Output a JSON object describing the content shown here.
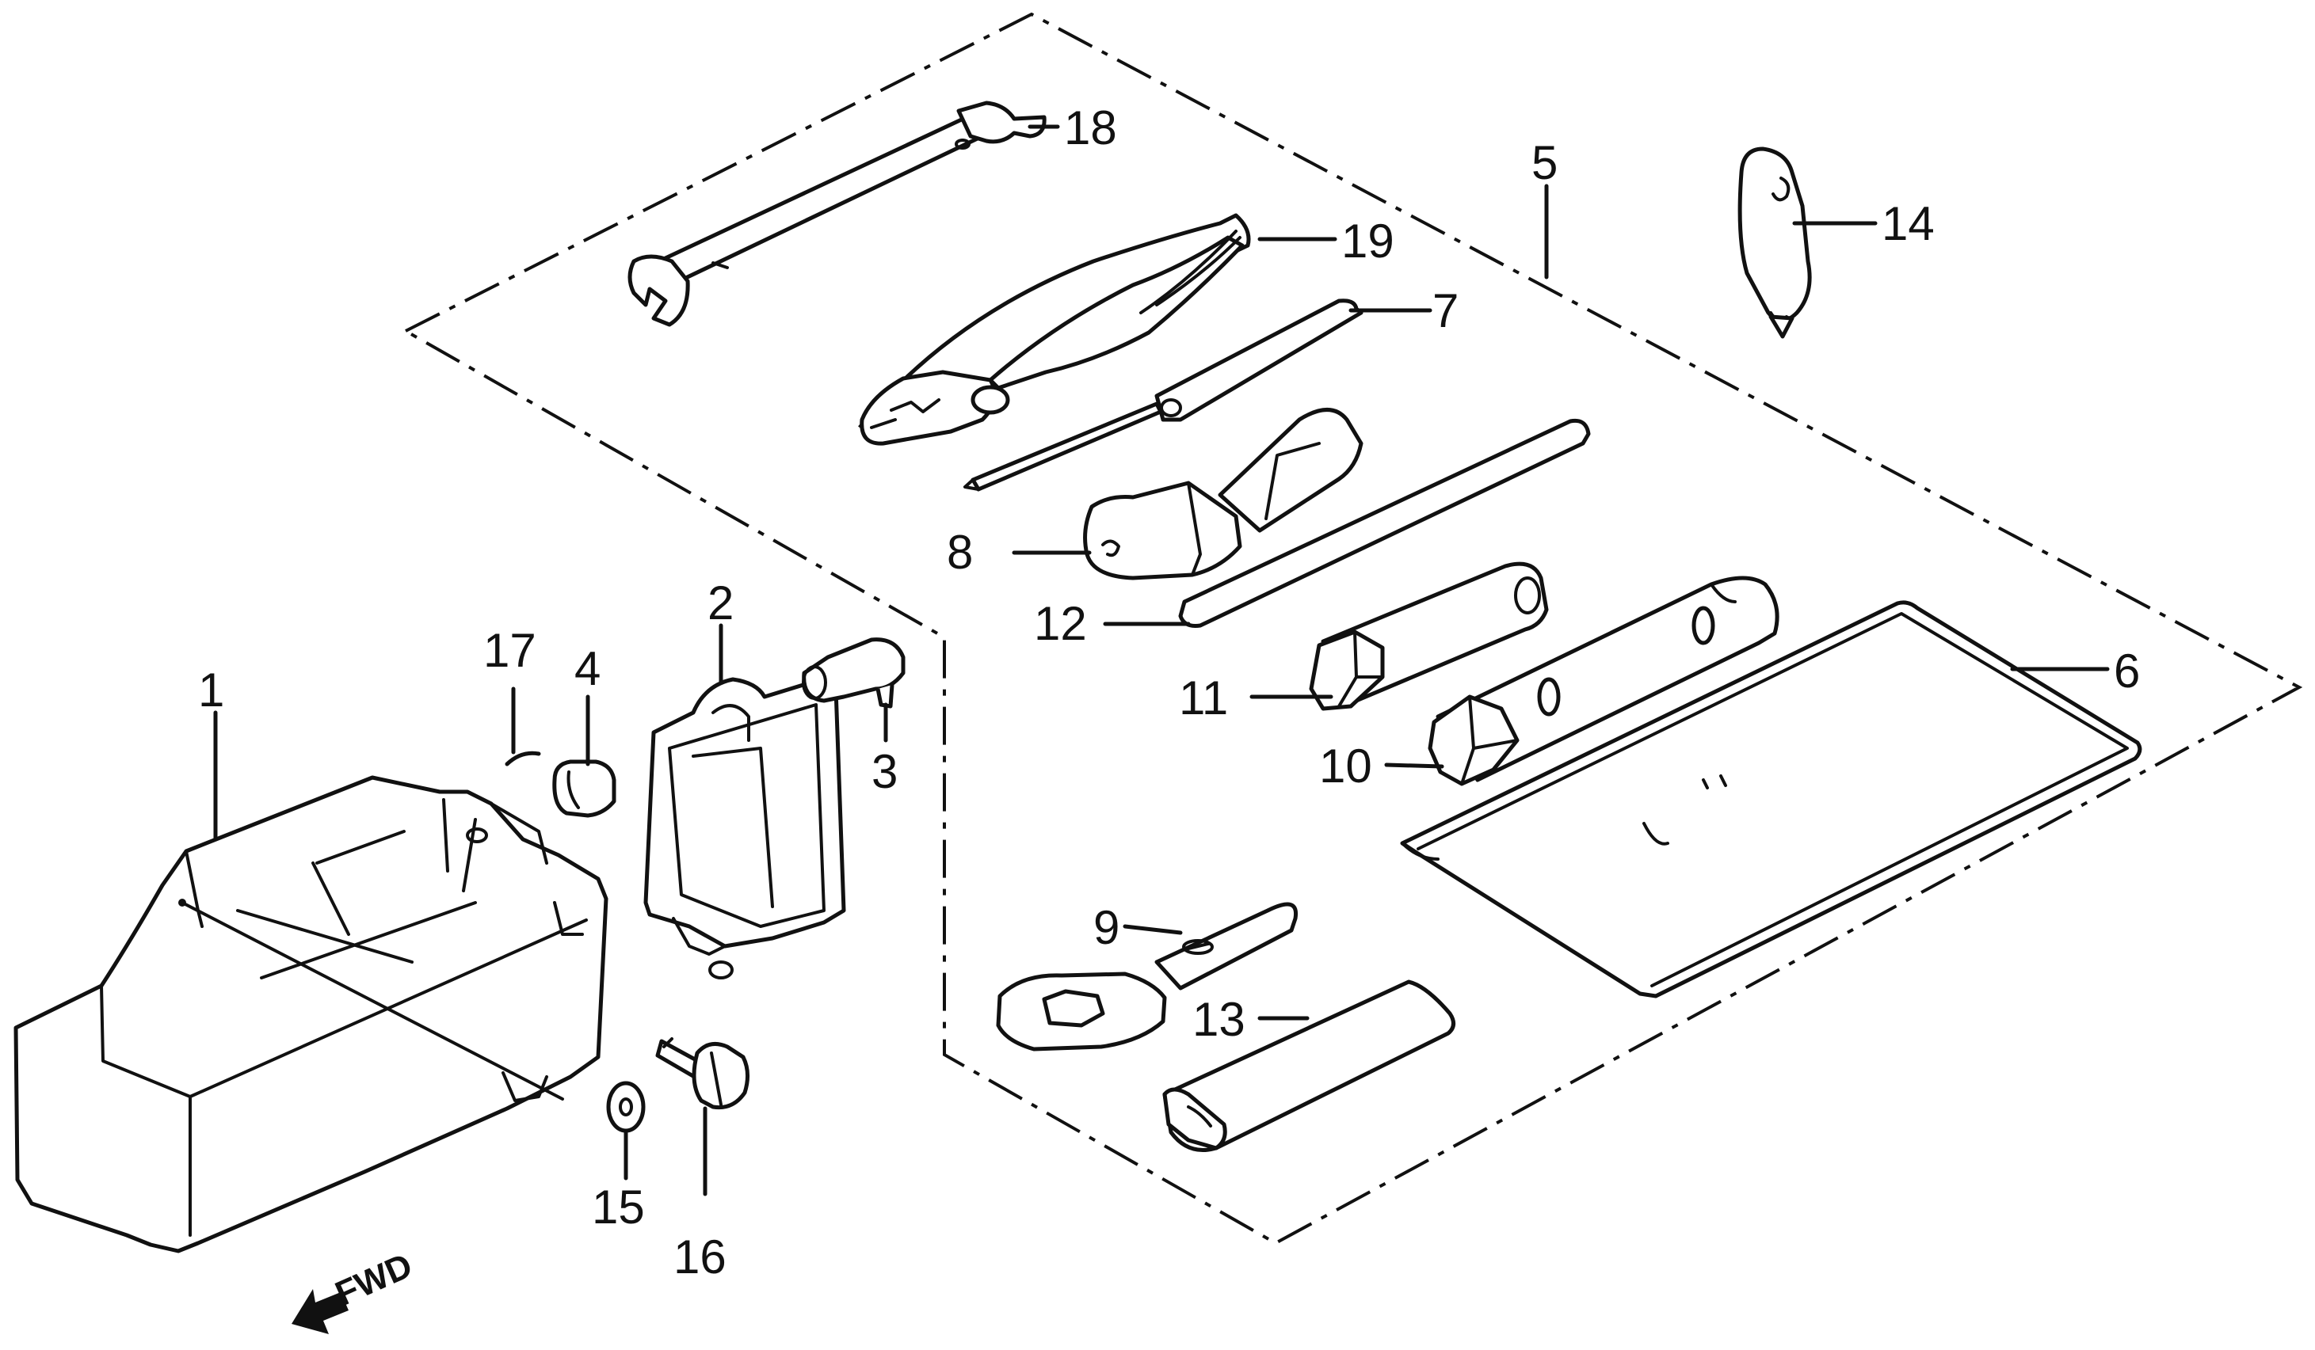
{
  "callouts": {
    "c1": "1",
    "c2": "2",
    "c3": "3",
    "c4": "4",
    "c5": "5",
    "c6": "6",
    "c7": "7",
    "c8": "8",
    "c9": "9",
    "c10": "10",
    "c11": "11",
    "c12": "12",
    "c13": "13",
    "c14": "14",
    "c15": "15",
    "c16": "16",
    "c17": "17",
    "c18": "18",
    "c19": "19"
  },
  "direction_label": "FWD"
}
